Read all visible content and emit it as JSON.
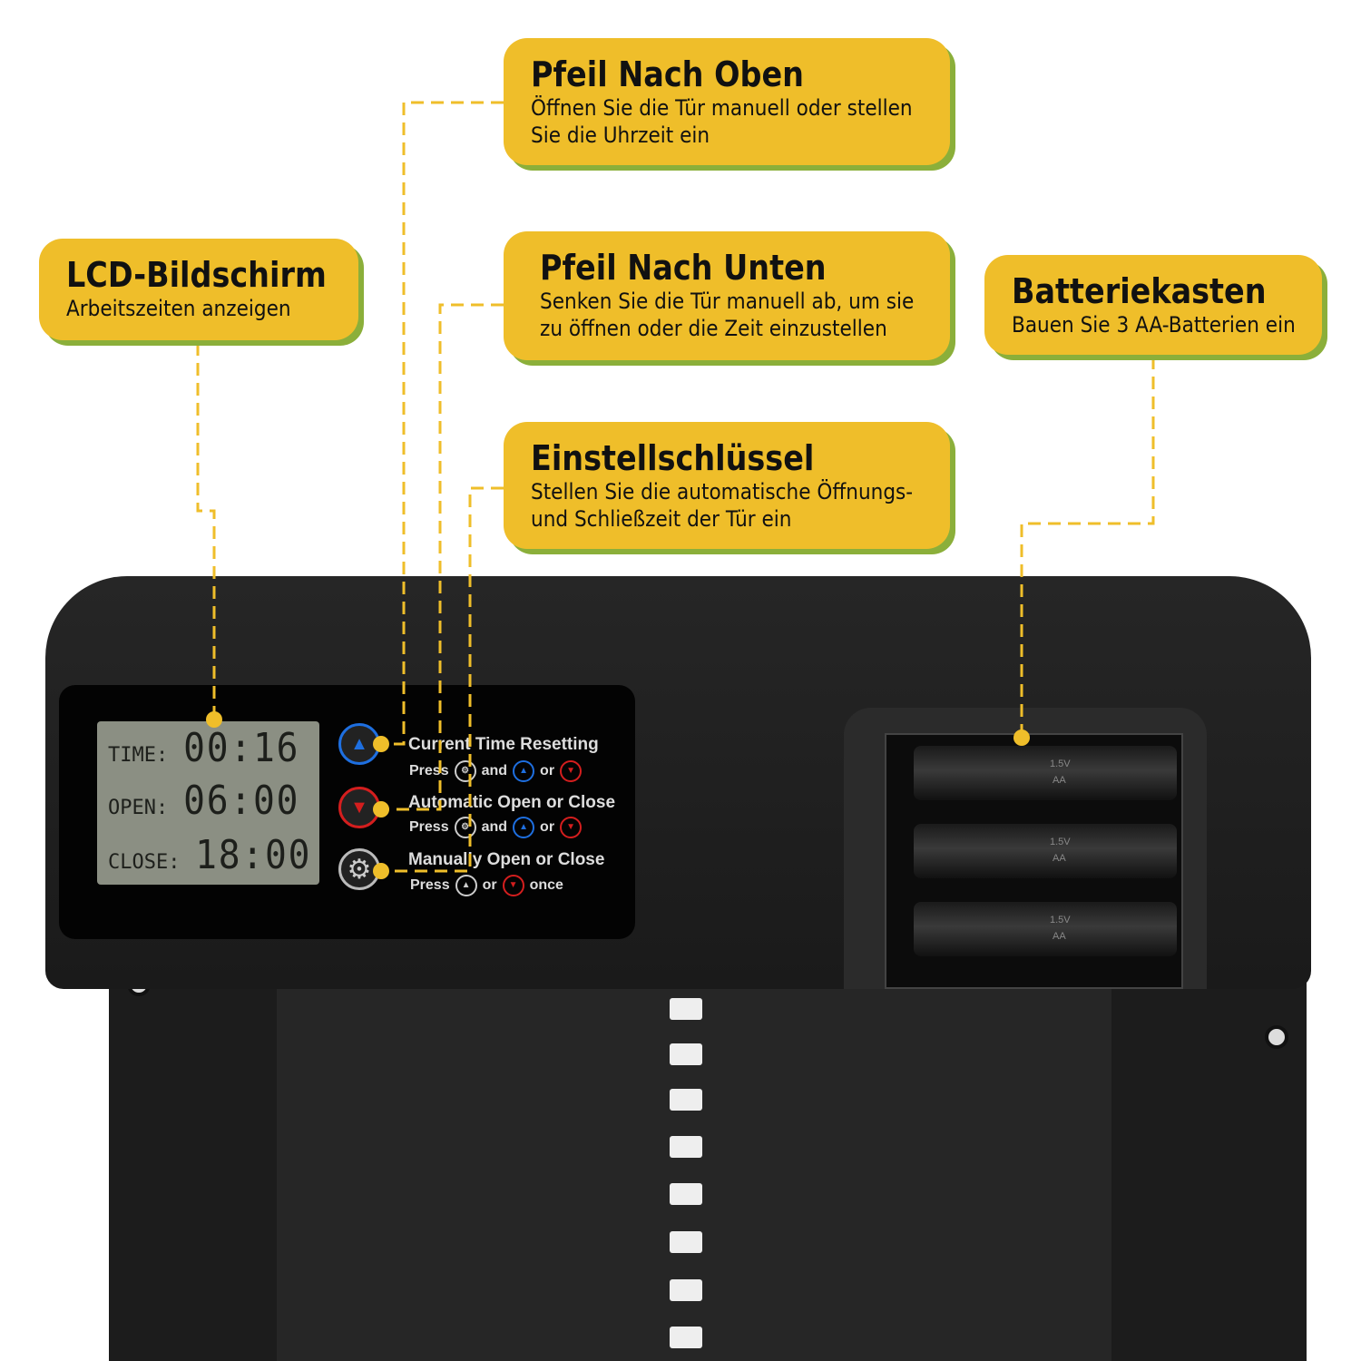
{
  "callouts": {
    "up_arrow": {
      "title": "Pfeil Nach Oben",
      "desc1": "Öffnen Sie die Tür manuell oder stellen",
      "desc2": "Sie die Uhrzeit ein"
    },
    "down_arrow": {
      "title": "Pfeil Nach Unten",
      "desc1": "Senken Sie die Tür manuell ab, um sie",
      "desc2": "zu öffnen oder die Zeit einzustellen"
    },
    "setting_key": {
      "title": "Einstellschlüssel",
      "desc1": "Stellen Sie die automatische Öffnungs-",
      "desc2": "und Schließzeit der Tür ein"
    },
    "lcd": {
      "title": "LCD-Bildschirm",
      "desc": "Arbeitszeiten anzeigen"
    },
    "battery": {
      "title": "Batteriekasten",
      "desc": "Bauen Sie 3 AA-Batterien ein"
    }
  },
  "lcd_display": {
    "time_label": "TIME:",
    "time_value": "00:16",
    "open_label": "OPEN:",
    "open_value": "06:00",
    "close_label": "CLOSE:",
    "close_value": "18:00"
  },
  "panel": {
    "line1_title": "Current Time Resetting",
    "line2_title": "Automatic Open or Close",
    "line3_title": "Manually Open or Close",
    "press": "Press",
    "and": "and",
    "or": "or",
    "once": "once"
  },
  "battery_cells": {
    "voltage": "1.5V",
    "type": "AA"
  },
  "colors": {
    "callout": "#EFBE2A",
    "shadow": "#8BAF3A",
    "up": "#1E6FE0",
    "down": "#D41E1E"
  }
}
